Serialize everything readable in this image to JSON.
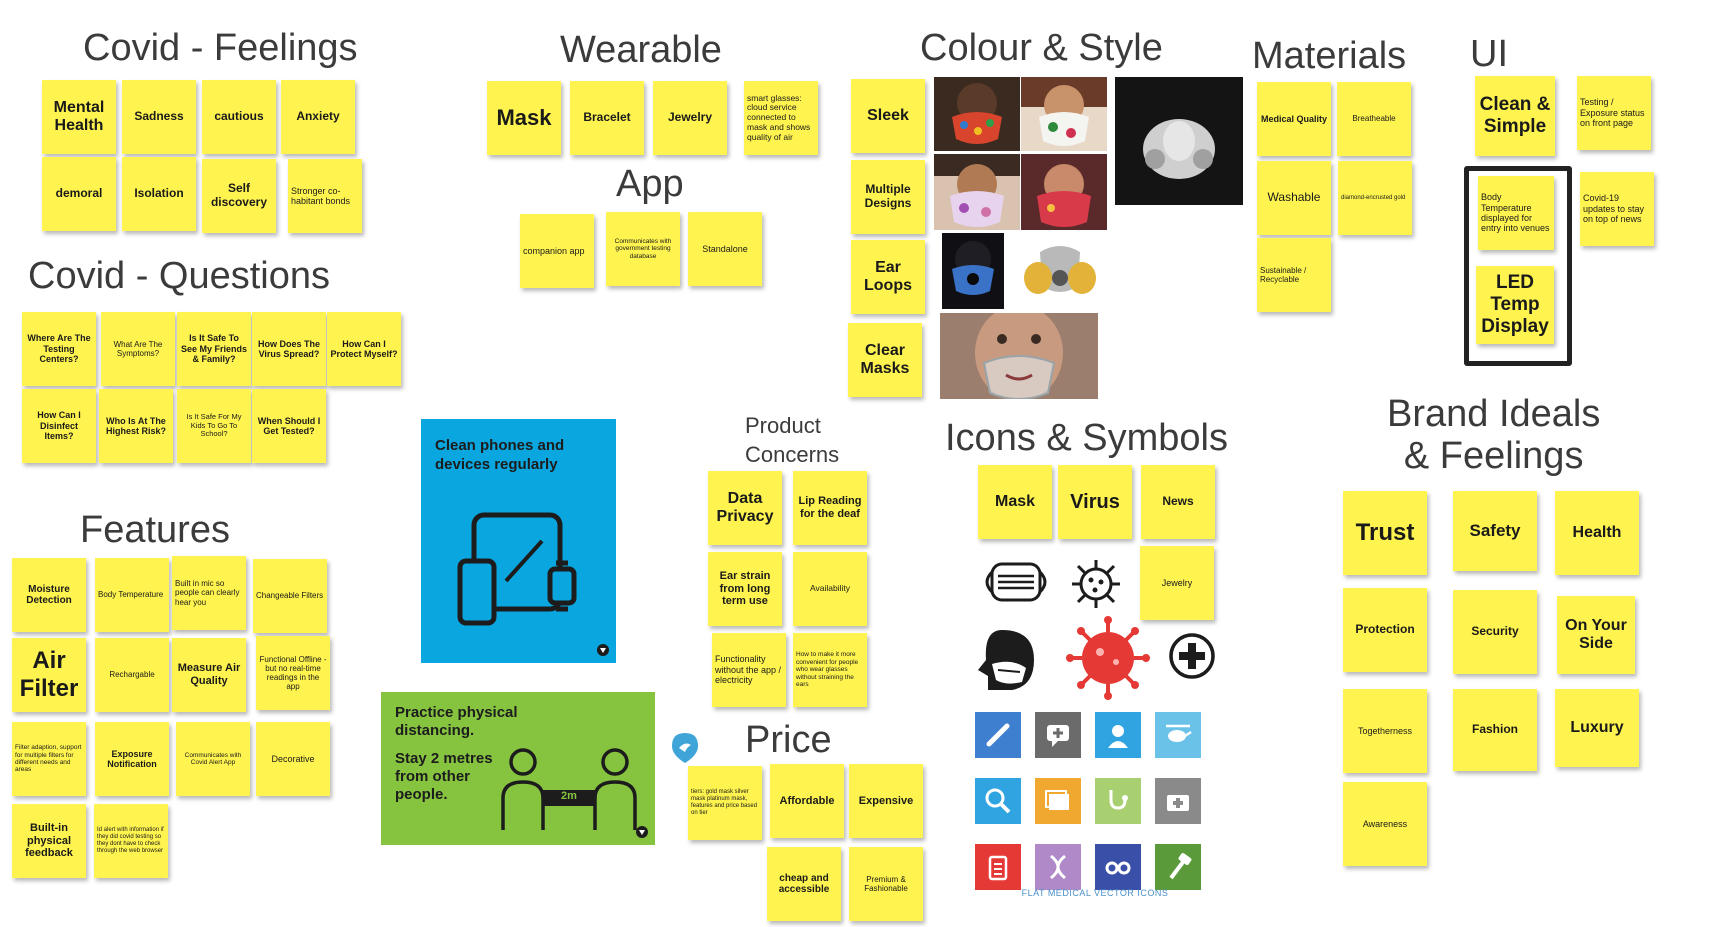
{
  "headings": {
    "covid_feelings": "Covid - Feelings",
    "wearable": "Wearable",
    "colour_style": "Colour & Style",
    "materials": "Materials",
    "ui": "UI",
    "app": "App",
    "covid_questions": "Covid - Questions",
    "features": "Features",
    "product_concerns_1": "Product",
    "product_concerns_2": "Concerns",
    "icons_symbols": "Icons & Symbols",
    "brand_ideals_1": "Brand Ideals",
    "brand_ideals_2": "& Feelings",
    "price": "Price"
  },
  "covid_feelings": [
    "Mental Health",
    "Sadness",
    "cautious",
    "Anxiety",
    "demoral",
    "Isolation",
    "Self discovery",
    "Stronger co-habitant bonds"
  ],
  "wearable": [
    "Mask",
    "Bracelet",
    "Jewelry",
    "smart glasses: cloud service connected to mask and shows quality of air"
  ],
  "app": [
    "companion app",
    "Communicates with government testing database",
    "Standalone"
  ],
  "colour_style": [
    "Sleek",
    "Multiple Designs",
    "Ear Loops",
    "Clear Masks"
  ],
  "materials": [
    "Medical Quality",
    "Breatheable",
    "Washable",
    "diamond-encrusted gold",
    "Sustainable / Recyclable"
  ],
  "ui": [
    "Clean & Simple",
    "Testing / Exposure status on front page",
    "Body Temperature displayed for entry into venues",
    "Covid-19 updates to stay on top of news",
    "LED Temp Display"
  ],
  "covid_questions": [
    "Where Are The Testing Centers?",
    "What Are The Symptoms?",
    "Is It Safe To See My Friends & Family?",
    "How Does The Virus Spread?",
    "How Can I Protect Myself?",
    "How Can I Disinfect Items?",
    "Who Is At The Highest Risk?",
    "Is It Safe For My Kids To Go To School?",
    "When Should I Get Tested?"
  ],
  "features": [
    "Moisture Detection",
    "Body Temperature",
    "Built in mic so people can clearly hear you",
    "Changeable Filters",
    "Air Filter",
    "Rechargable",
    "Measure Air Quality",
    "Functional Offline - but no real-time readings in the app",
    "Filter adaption, support for multiple filters for different needs and areas",
    "Exposure Notification",
    "Communicates with Covid Alert App",
    "Decorative",
    "Built-in physical feedback",
    "Id alert with information if they did covid testing so they dont have to check through the web browser"
  ],
  "product_concerns": [
    "Data Privacy",
    "Lip Reading for the deaf",
    "Ear strain from long term use",
    "Availability",
    "Functionality without the app / electricity",
    "How to make it more convenient for people who wear glasses without straining the ears"
  ],
  "price": [
    "tiers: gold mask silver mask platinum mask, features and price based on tier",
    "Affordable",
    "Expensive",
    "cheap and accessible",
    "Premium & Fashionable"
  ],
  "icons_symbols": [
    "Mask",
    "Virus",
    "News",
    "Jewelry"
  ],
  "brand": [
    "Trust",
    "Safety",
    "Health",
    "Protection",
    "Security",
    "On Your Side",
    "Togetherness",
    "Fashion",
    "Luxury",
    "Awareness"
  ],
  "posters": {
    "clean_phones": "Clean phones and devices regularly",
    "distancing_1": "Practice physical distancing.",
    "distancing_2": "Stay 2 metres from other people.",
    "distancing_sign": "2m"
  },
  "icon_grid_caption": "FLAT MEDICAL VECTOR ICONS",
  "colors": {
    "sticky": "#fff44f",
    "heading": "#3b3b3b",
    "poster_blue": "#0aa6df",
    "poster_green": "#86c440",
    "virus_red": "#e53935"
  }
}
